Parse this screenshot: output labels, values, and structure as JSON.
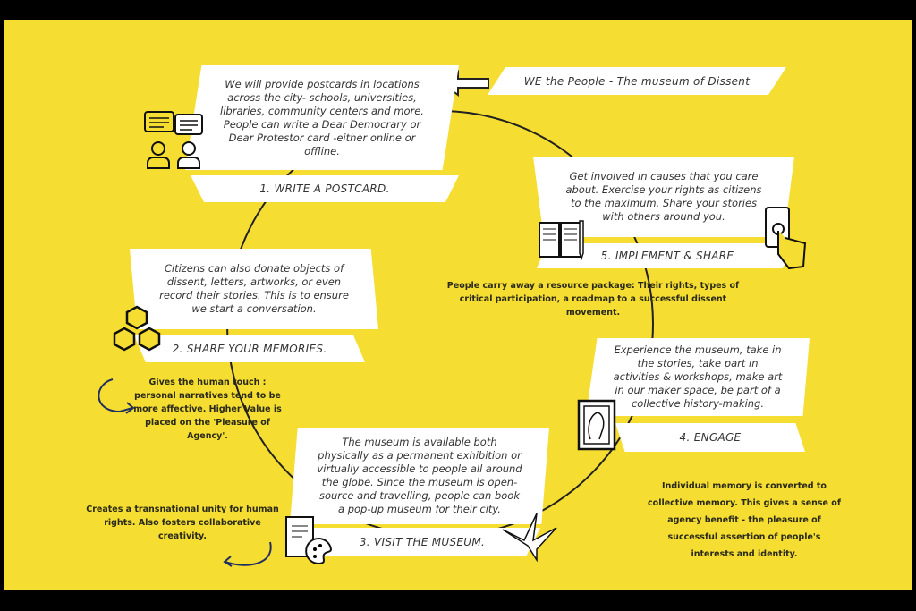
{
  "title": "WE the People - The museum of Dissent",
  "steps": [
    {
      "label": "1. WRITE A POSTCARD.",
      "text": "We will provide postcards in locations across the city- schools, universities, libraries, community centers and more. People can write a Dear Democrary or Dear Protestor card -either online or offline."
    },
    {
      "label": "2. SHARE YOUR MEMORIES.",
      "text": "Citizens can also donate objects of dissent, letters, artworks, or even record their stories. This is to ensure we start a conversation."
    },
    {
      "label": "3. VISIT THE MUSEUM.",
      "text": "The museum is available both physically as a permanent exhibition or virtually accessible to people all around the globe. Since the museum is open-source and travelling, people can book a pop-up museum for their city."
    },
    {
      "label": "4. ENGAGE",
      "text": "Experience the museum, take in the stories, take part in activities & workshops, make art in our maker space, be part of a collective history-making."
    },
    {
      "label": "5. IMPLEMENT & SHARE",
      "text": "Get involved in causes that you care about. Exercise your rights as citizens to the maximum. Share your stories with others around you."
    }
  ],
  "notes": {
    "memories": "Gives the human touch : personal narratives tend to be more affective. Higher Value is placed on the 'Pleasure of Agency'.",
    "visit": "Creates a transnational unity for human rights.  Also fosters collaborative creativity.",
    "implement": "People carry away a resource package:  Their rights, types of critical participation, a roadmap to a successful dissent movement.",
    "engage": "Individual memory is converted to collective memory. This gives a sense of agency benefit - the pleasure of successful assertion of people's interests and identity."
  },
  "colors": {
    "background": "#f6dd31",
    "panel": "#ffffff",
    "frame": "#000000"
  }
}
